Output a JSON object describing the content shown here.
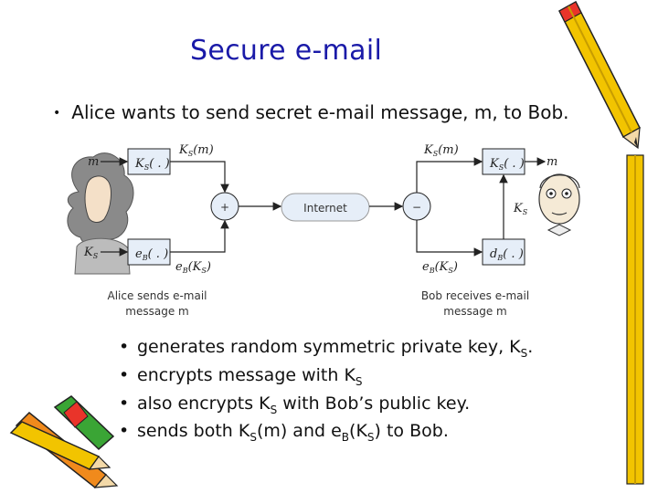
{
  "title": "Secure e-mail",
  "intro": {
    "bullet": "•",
    "text": "Alice wants to send secret e-mail message, m, to Bob."
  },
  "diagram": {
    "alice_m": "m",
    "alice_ks": "K",
    "alice_ks_sub": "S",
    "ks_box_label": "K",
    "ks_box_sub": "S",
    "ks_box_args": "( . )",
    "eb_box_label": "e",
    "eb_box_sub": "B",
    "eb_box_args": "( . )",
    "ksm_left": "K",
    "ksm_left_sub": "S",
    "ksm_left_args": "(m)",
    "ebks_left": "e",
    "ebks_left_sub": "B",
    "ebks_left_args": "(K",
    "ebks_left_sub2": "S",
    "ebks_left_close": ")",
    "plus": "+",
    "internet": "Internet",
    "minus": "−",
    "ksm_right": "K",
    "ksm_right_sub": "S",
    "ksm_right_args": "(m)",
    "ebks_right": "e",
    "ebks_right_sub": "B",
    "ebks_right_args": "(K",
    "ebks_right_sub2": "S",
    "ebks_right_close": ")",
    "bob_ks_box_label": "K",
    "bob_ks_box_sub": "S",
    "bob_ks_box_args": "( . )",
    "bob_db_box_label": "d",
    "bob_db_box_sub": "B",
    "bob_db_box_args": "( . )",
    "bob_m": "m",
    "bob_ks": "K",
    "bob_ks_sub": "S",
    "alice_caption_1": "Alice sends e-mail",
    "alice_caption_2": "message m",
    "bob_caption_1": "Bob receives e-mail",
    "bob_caption_2": "message m"
  },
  "bullets": [
    {
      "dot": "•",
      "pre": "generates random symmetric private key, K",
      "sub": "S",
      "post": "."
    },
    {
      "dot": "•",
      "pre": "encrypts message with K",
      "sub": "S",
      "post": ""
    },
    {
      "dot": "•",
      "pre": "also encrypts K",
      "sub": "S",
      "post": " with Bob’s public key."
    },
    {
      "dot": "•",
      "pre": "sends both K",
      "sub": "S",
      "mid": "(m) and e",
      "sub2": "B",
      "mid2": "(K",
      "sub3": "S",
      "post": ") to Bob."
    }
  ],
  "colors": {
    "title": "#1a1aa8",
    "box_fill": "#e6eef8",
    "line": "#222222",
    "pencil_yellow": "#f2c400",
    "pencil_orange": "#f08a1c"
  }
}
